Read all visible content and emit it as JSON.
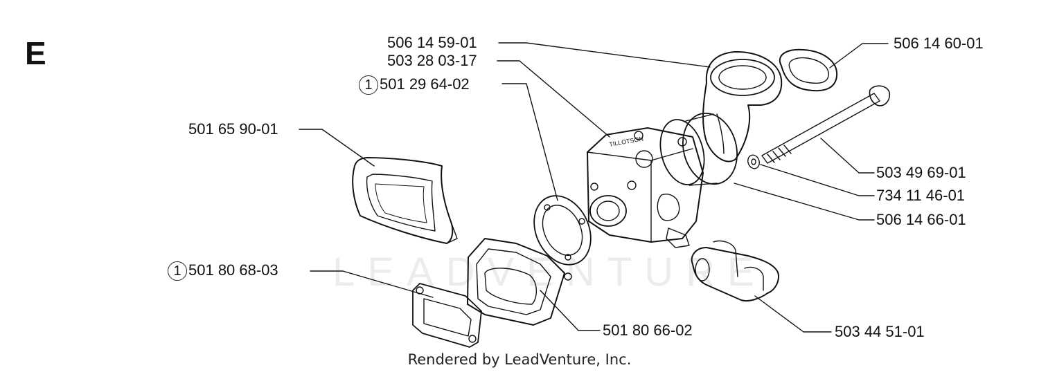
{
  "diagram": {
    "section_letter": "E",
    "footer": "Rendered by LeadVenture, Inc.",
    "watermark": "LEADVENTURE",
    "parts": [
      {
        "id": "p1",
        "number": "506 14 59-01",
        "ref": ""
      },
      {
        "id": "p2",
        "number": "503 28 03-17",
        "ref": ""
      },
      {
        "id": "p3",
        "number": "501 29 64-02",
        "ref": "1"
      },
      {
        "id": "p4",
        "number": "501 65 90-01",
        "ref": ""
      },
      {
        "id": "p5",
        "number": "506 14 60-01",
        "ref": ""
      },
      {
        "id": "p6",
        "number": "503 49 69-01",
        "ref": ""
      },
      {
        "id": "p7",
        "number": "734 11 46-01",
        "ref": ""
      },
      {
        "id": "p8",
        "number": "506 14 66-01",
        "ref": ""
      },
      {
        "id": "p9",
        "number": "501 80 68-03",
        "ref": "1"
      },
      {
        "id": "p10",
        "number": "501 80 66-02",
        "ref": ""
      },
      {
        "id": "p11",
        "number": "503 44 51-01",
        "ref": ""
      }
    ]
  }
}
